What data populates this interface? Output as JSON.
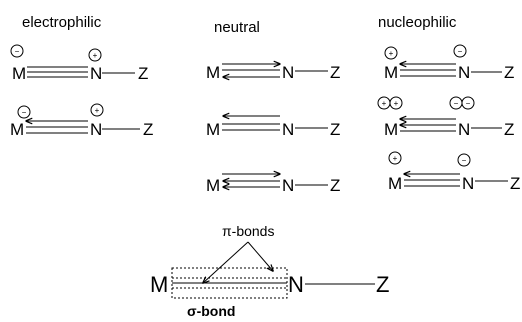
{
  "headers": {
    "electrophilic": "electrophilic",
    "neutral": "neutral",
    "nucleophilic": "nucleophilic"
  },
  "atoms": {
    "metal": "M",
    "nitrogen": "N",
    "substituent": "Z"
  },
  "charges": {
    "minus": "−",
    "plus": "+"
  },
  "bottom": {
    "pi_label": "π-bonds",
    "sigma_label": "σ-bond"
  }
}
